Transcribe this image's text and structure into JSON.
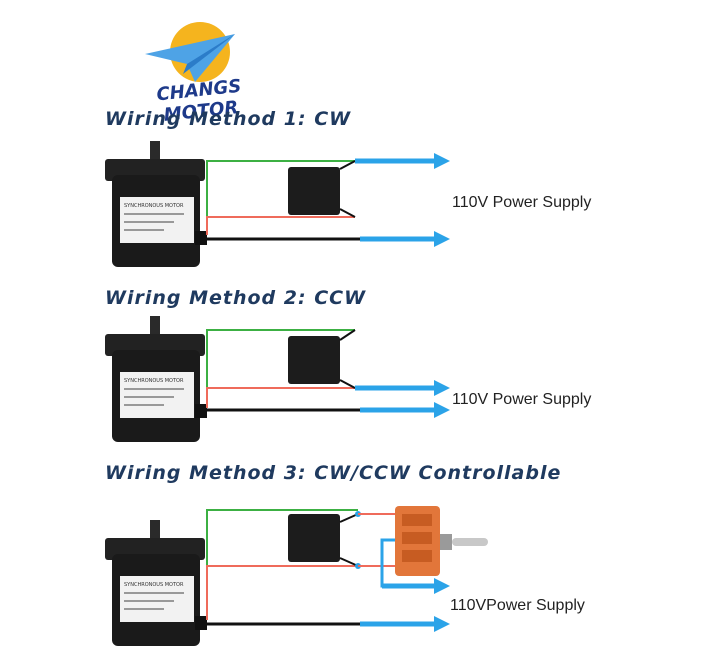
{
  "logo": {
    "brand": "CHANGS MOTOR",
    "sun_color": "#f5b41e",
    "plane_color": "#1e88e5"
  },
  "methods": [
    {
      "title": "Wiring Method 1: CW",
      "supply_label": "110V Power Supply"
    },
    {
      "title": "Wiring Method 2: CCW",
      "supply_label": "110V Power Supply"
    },
    {
      "title": "Wiring Method 3: CW/CCW Controllable",
      "supply_label": "110VPower Supply"
    }
  ],
  "motor_plate": {
    "line1": "SYNCHRONOUS MOTOR"
  },
  "colors": {
    "green_wire": "#3cb043",
    "red_wire": "#ef6b5b",
    "black_wire": "#111111",
    "arrow": "#2ba3e8",
    "heading": "#1f3a5f",
    "switch": "#e2763a"
  }
}
